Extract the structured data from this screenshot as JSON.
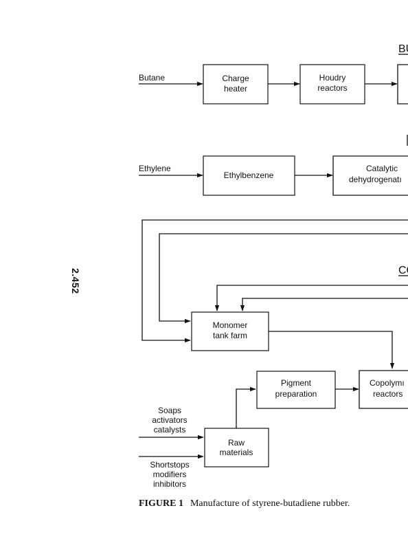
{
  "page_number": "2.452",
  "caption": {
    "figure_label": "FIGURE 1",
    "text": "Manufacture of styrene-butadiene rubber."
  },
  "section_headers": {
    "top_clipped": "BU",
    "copolymer_clipped": "CO"
  },
  "inputs": {
    "butane": "Butane",
    "ethylene": "Ethylene",
    "soaps": [
      "Soaps",
      "activators",
      "catalysts"
    ],
    "shortstops": [
      "Shortstops",
      "modifiers",
      "inhibitors"
    ]
  },
  "boxes": {
    "charge_heater": [
      "Charge",
      "heater"
    ],
    "houdry_reactors": [
      "Houdry",
      "reactors"
    ],
    "ethylbenzene": [
      "Ethylbenzene"
    ],
    "catalytic_dehydrogenation": [
      "Catalytic",
      "dehydrogenatı"
    ],
    "monomer_tank_farm": [
      "Monomer",
      "tank farm"
    ],
    "pigment_preparation": [
      "Pigment",
      "preparation"
    ],
    "copolymer_reactors": [
      "Copolymı",
      "reactors"
    ],
    "raw_materials": [
      "Raw",
      "materials"
    ]
  }
}
